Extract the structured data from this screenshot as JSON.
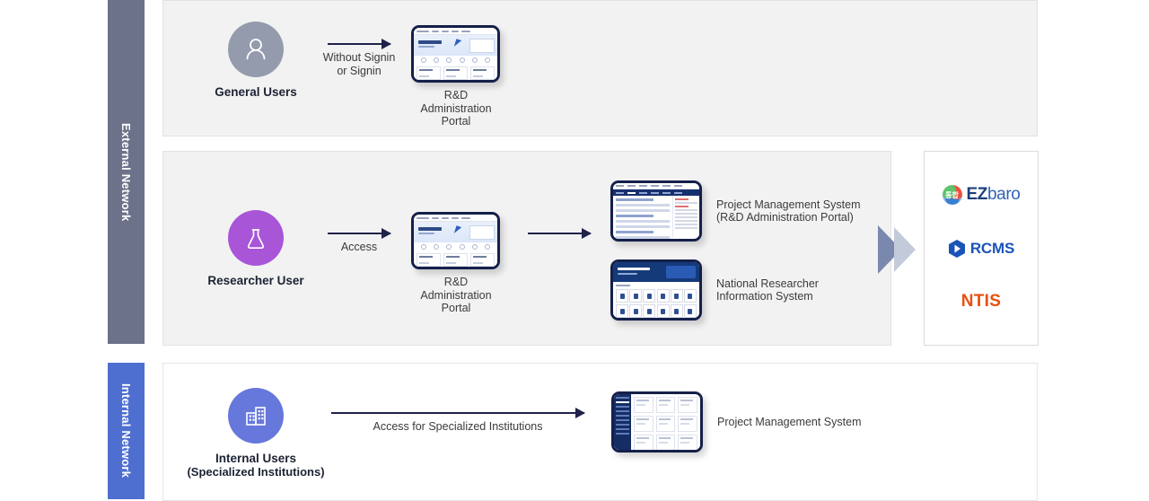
{
  "networks": [
    {
      "id": "external",
      "label": "External Network",
      "color": "#6c7289"
    },
    {
      "id": "internal",
      "label": "Internal Network",
      "color": "#4f6fd0"
    }
  ],
  "rows": {
    "general": {
      "actor": {
        "icon": "user-icon",
        "circle_color": "#949bac",
        "label": "General Users"
      },
      "flow": {
        "label": "Without Signin\nor Signin"
      },
      "screen": {
        "name": "rd-administration-portal",
        "caption": "R&D Administration\nPortal"
      }
    },
    "researcher": {
      "actor": {
        "icon": "flask-icon",
        "circle_color": "#a855d8",
        "label": "Researcher User"
      },
      "flow": {
        "label": "Access"
      },
      "screen": {
        "name": "rd-administration-portal",
        "caption": "R&D Administration\nPortal"
      },
      "targets": [
        {
          "name": "project-management-system",
          "caption": "Project Management System\n(R&D Administration Portal)"
        },
        {
          "name": "national-researcher-information-system",
          "caption": "National Researcher\nInformation System"
        }
      ]
    },
    "internal": {
      "actor": {
        "icon": "buildings-icon",
        "circle_color": "#6678db",
        "label": "Internal Users",
        "sublabel": "(Specialized Institutions)"
      },
      "flow": {
        "label": "Access  for Specialized Institutions"
      },
      "target": {
        "name": "project-management-system",
        "caption": "Project Management System"
      }
    }
  },
  "systems_card": {
    "items": [
      {
        "id": "ezbaro",
        "mark_text": "통합",
        "text_primary": "EZ",
        "text_secondary": "baro",
        "color": "#1c3f7a"
      },
      {
        "id": "rcms",
        "text": "RCMS",
        "color": "#1b54b8"
      },
      {
        "id": "ntis",
        "text": "NTIS",
        "color": "#e8500f"
      }
    ]
  },
  "chevron": {
    "name": "double-chevron-right",
    "color_dark": "#7b88ad",
    "color_light": "#c3cada"
  }
}
